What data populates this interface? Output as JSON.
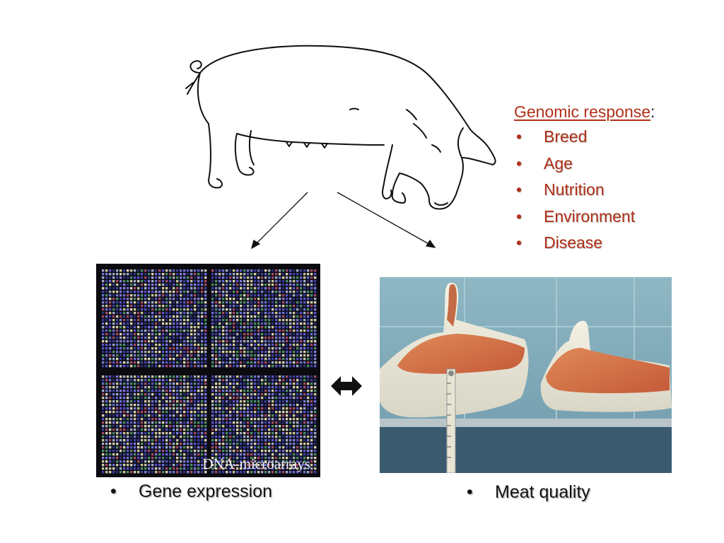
{
  "genomic": {
    "heading": "Genomic response",
    "heading_suffix": ":",
    "bullet": "•",
    "items": [
      "Breed",
      "Age",
      "Nutrition",
      "Environment",
      "Disease"
    ]
  },
  "microarray": {
    "caption": "DNA-microarrays"
  },
  "labels": {
    "bullet": "•",
    "gene": "Gene expression",
    "meat": "Meat quality"
  },
  "colors": {
    "accent_red": "#b03018",
    "text": "#111111"
  },
  "icons": {
    "pig": "pig-line-drawing",
    "arrows": "diverging-arrows",
    "double_arrow": "left-right-arrow"
  }
}
